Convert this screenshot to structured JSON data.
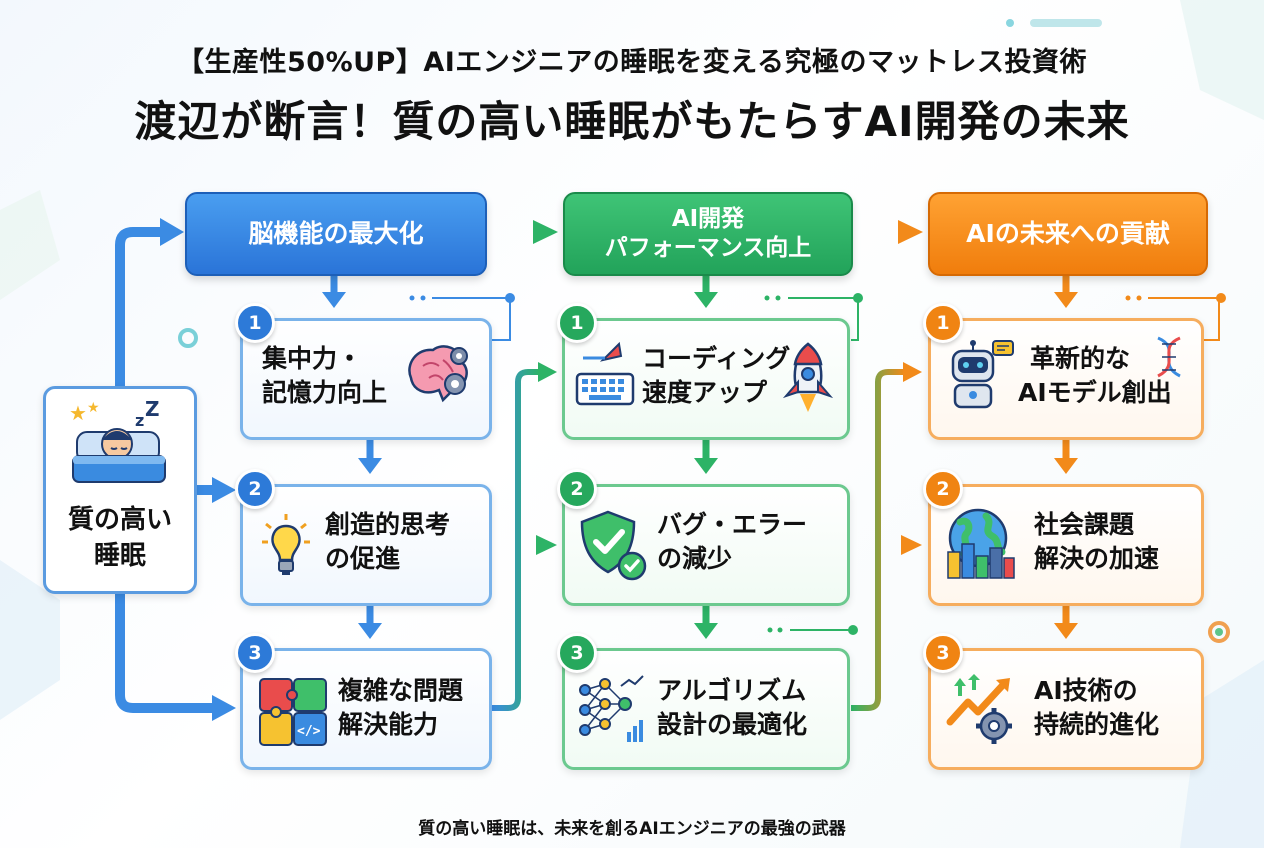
{
  "subtitle": "【生産性50%UP】AIエンジニアの睡眠を変える究極のマットレス投資術",
  "title": "渡辺が断言！質の高い睡眠がもたらすAI開発の未来",
  "footer": "質の高い睡眠は、未来を創るAIエンジニアの最強の武器",
  "source": {
    "label_line1": "質の高い",
    "label_line2": "睡眠",
    "icon": "sleeping-person-icon"
  },
  "colors": {
    "blue": "#2d7ad8",
    "green": "#26a85d",
    "orange": "#f08412"
  },
  "columns": [
    {
      "header": "脳機能の最大化",
      "items": [
        {
          "num": "1",
          "line1": "集中力・",
          "line2": "記憶力向上",
          "icon": "brain-gears-icon"
        },
        {
          "num": "2",
          "line1": "創造的思考",
          "line2": "の促進",
          "icon": "lightbulb-icon"
        },
        {
          "num": "3",
          "line1": "複雑な問題",
          "line2": "解決能力",
          "icon": "puzzle-code-icon"
        }
      ]
    },
    {
      "header_line1": "AI開発",
      "header_line2": "パフォーマンス向上",
      "items": [
        {
          "num": "1",
          "line1": "コーディング",
          "line2": "速度アップ",
          "icon": "rocket-keyboard-icon"
        },
        {
          "num": "2",
          "line1": "バグ・エラー",
          "line2": "の減少",
          "icon": "shield-check-icon"
        },
        {
          "num": "3",
          "line1": "アルゴリズム",
          "line2": "設計の最適化",
          "icon": "neural-network-icon"
        }
      ]
    },
    {
      "header": "AIの未来への貢献",
      "items": [
        {
          "num": "1",
          "line1": "革新的な",
          "line2": "AIモデル創出",
          "icon": "robot-dna-icon"
        },
        {
          "num": "2",
          "line1": "社会課題",
          "line2": "解決の加速",
          "icon": "globe-city-icon"
        },
        {
          "num": "3",
          "line1": "AI技術の",
          "line2": "持続的進化",
          "icon": "growth-gear-icon"
        }
      ]
    }
  ]
}
